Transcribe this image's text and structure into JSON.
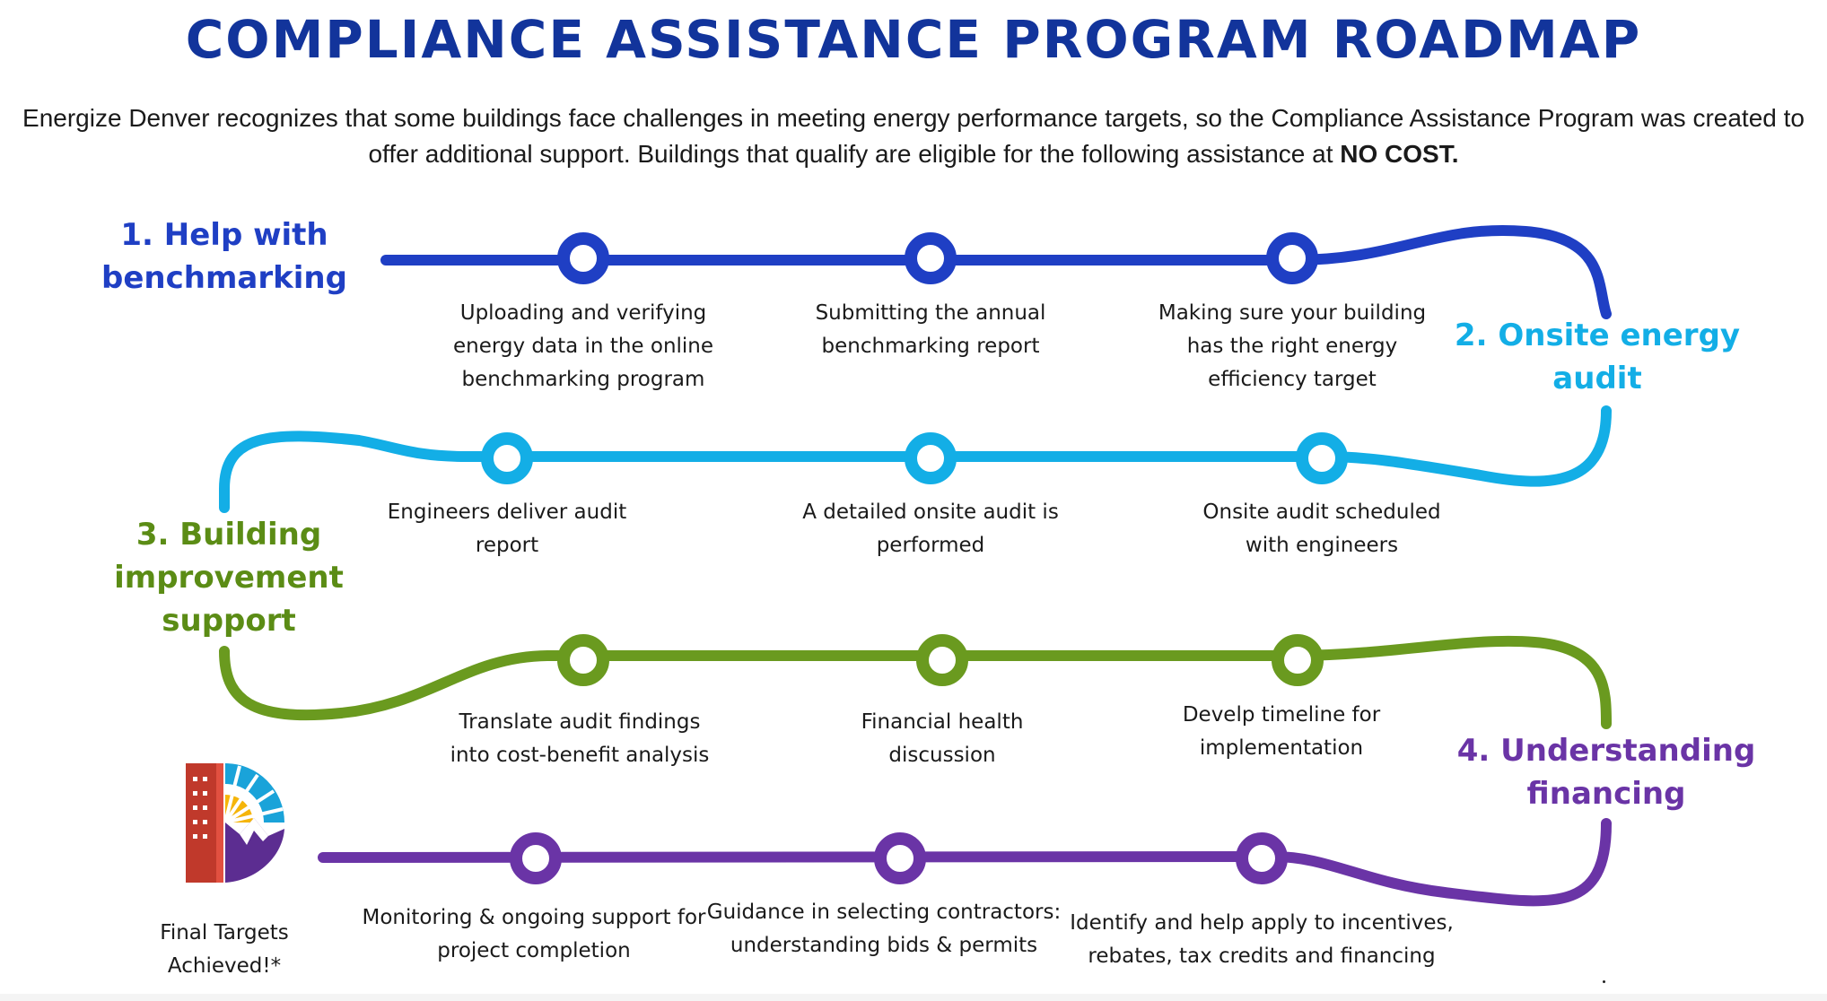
{
  "title": "COMPLIANCE ASSISTANCE PROGRAM ROADMAP",
  "intro": {
    "text": "Energize Denver recognizes that some buildings face challenges in meeting energy performance targets, so the Compliance Assistance Program was created to offer additional support. Buildings that qualify are eligible for the following assistance at ",
    "emphasis": "NO COST."
  },
  "colors": {
    "title": "#12349b",
    "benchmarking": "#1f3fc4",
    "audit": "#13aee6",
    "improvement": "#6a9a1f",
    "financing": "#6a34a6"
  },
  "stages": {
    "benchmarking": {
      "title_lines": [
        "1. Help with",
        "benchmarking"
      ],
      "steps": [
        [
          "Uploading and verifying",
          "energy data in the online",
          "benchmarking program"
        ],
        [
          "Submitting the annual",
          "benchmarking report"
        ],
        [
          "Making sure your building",
          "has the right energy",
          "efficiency target"
        ]
      ]
    },
    "audit": {
      "title_lines": [
        "2. Onsite energy",
        "audit"
      ],
      "steps": [
        [
          "Engineers deliver audit",
          "report"
        ],
        [
          "A detailed onsite audit is",
          "performed"
        ],
        [
          "Onsite audit scheduled",
          "with engineers"
        ]
      ]
    },
    "improvement": {
      "title_lines": [
        "3. Building",
        "improvement",
        "support"
      ],
      "steps": [
        [
          "Translate audit findings",
          "into cost-benefit analysis"
        ],
        [
          "Financial health",
          "discussion"
        ],
        [
          "Develp timeline for",
          "implementation"
        ]
      ]
    },
    "financing": {
      "title_lines": [
        "4. Understanding",
        "financing"
      ],
      "steps": [
        [
          "Monitoring & ongoing support for",
          "project completion"
        ],
        [
          "Guidance in selecting contractors:",
          "understanding bids & permits"
        ],
        [
          "Identify and help apply to incentives,",
          "rebates, tax credits and financing"
        ]
      ]
    }
  },
  "final": {
    "lines": [
      "Final Targets",
      "Achieved!*"
    ],
    "logo": "energize-denver-logo"
  }
}
